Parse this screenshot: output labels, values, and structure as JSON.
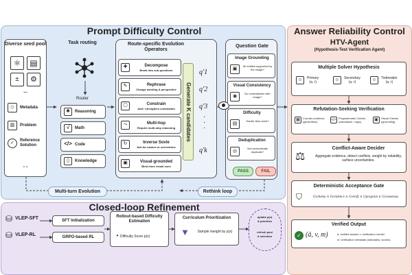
{
  "prompt_difficulty": {
    "title": "Prompt Difficulty Control",
    "seed_pool": {
      "title": "Diverse seed pool",
      "dots": "...",
      "items": [
        "Metadata",
        "Problem",
        "Reference Solution"
      ],
      "dashes": "- -"
    },
    "task_routing": {
      "title": "Task routing",
      "router_label": "Router",
      "items": [
        "Reasoning",
        "Math",
        "Code",
        "Knowledge"
      ]
    },
    "operators": {
      "title": "Route-specific Evolution Operators",
      "items": [
        {
          "name": "Decompose",
          "desc": "Break into sub-questions"
        },
        {
          "name": "Rephrase",
          "desc": "Change wording & perspective"
        },
        {
          "name": "Constrain",
          "desc": "Add / strengthen constraints"
        },
        {
          "name": "Multi-hop",
          "desc": "Require multi-step reasoning"
        },
        {
          "name": "Inverse Sovle",
          "desc": "Ask for causes or corrections"
        },
        {
          "name": "Visual-grounded",
          "desc": "Bind more visual cues"
        }
      ],
      "candidates_label": "Generate K candidates",
      "q_labels": [
        "q′1",
        "q′2",
        "q′3",
        "q′k"
      ]
    },
    "question_gate": {
      "title": "Question Gate",
      "checks": [
        {
          "name": "Image Grounding",
          "desc": "All entities supported by the image?"
        },
        {
          "name": "Visual Consistency",
          "desc": "No contradiction with image?"
        },
        {
          "name": "Difficulty",
          "desc": "Harder than seed?"
        },
        {
          "name": "Deduplication",
          "desc": "Not semantically duplicate?"
        }
      ],
      "pass_label": "PASS",
      "fail_label": "FAIL"
    },
    "multi_turn_label": "Multi-turn Evolution",
    "rethink_label": "Rethink loop"
  },
  "answer_reliability": {
    "title": "Answer Reliability Control",
    "agent_name": "HTV-Agent",
    "agent_sub": "(Hypothesis-Test Verification Agent)",
    "solver": {
      "title": "Multiple Solver Hypothesis",
      "solvers": [
        {
          "name": "Primary",
          "sym": "(a, r)"
        },
        {
          "name": "Secondary",
          "sym": "(a, r)"
        },
        {
          "name": "Tiebreaker",
          "sym": "(a, r)"
        }
      ]
    },
    "refutation": {
      "title": "Refutation-Seeking Verification",
      "checks": [
        {
          "name": "Counter-evidence",
          "desc": "(generation)"
        },
        {
          "name": "Programmatic Checks",
          "desc": "(calculation / logic)"
        },
        {
          "name": "Visual Checks",
          "desc": "(grounding)"
        }
      ]
    },
    "decider": {
      "title": "Conflict-Aware Decider",
      "desc": "Aggregate evidence, detect conflicts, weight by reliability, surface uncertainties."
    },
    "gate": {
      "title": "Deterministic Acceptance Gate",
      "formula": "Gschema ∧ Gevidence ∧ Gverify ∧ Gprogram ∧ Gconsensus"
    },
    "output": {
      "title": "Verified Output",
      "tuple": "(â, v, m)",
      "lines": [
        "â: verified answer    v: verification verdict",
        "m: verification metadata (rationales, scores)"
      ]
    }
  },
  "closed_loop": {
    "title": "Closed-loop Refinement",
    "models": [
      "VLEP-SFT",
      "VLEP-RL"
    ],
    "training": [
      "SFT Initialization",
      "GRPO-based RL"
    ],
    "estimation": {
      "title": "Rollout-based Difficulty Estimation",
      "score": "Difficulty Score p(x)"
    },
    "curriculum": {
      "title": "Curriculum Prioritization",
      "desc": "Sample /weight by p(x)"
    },
    "update": {
      "line1": "update p(x)",
      "line2": "& priorities",
      "line3": "refresh pool",
      "line4": "& selection"
    }
  }
}
